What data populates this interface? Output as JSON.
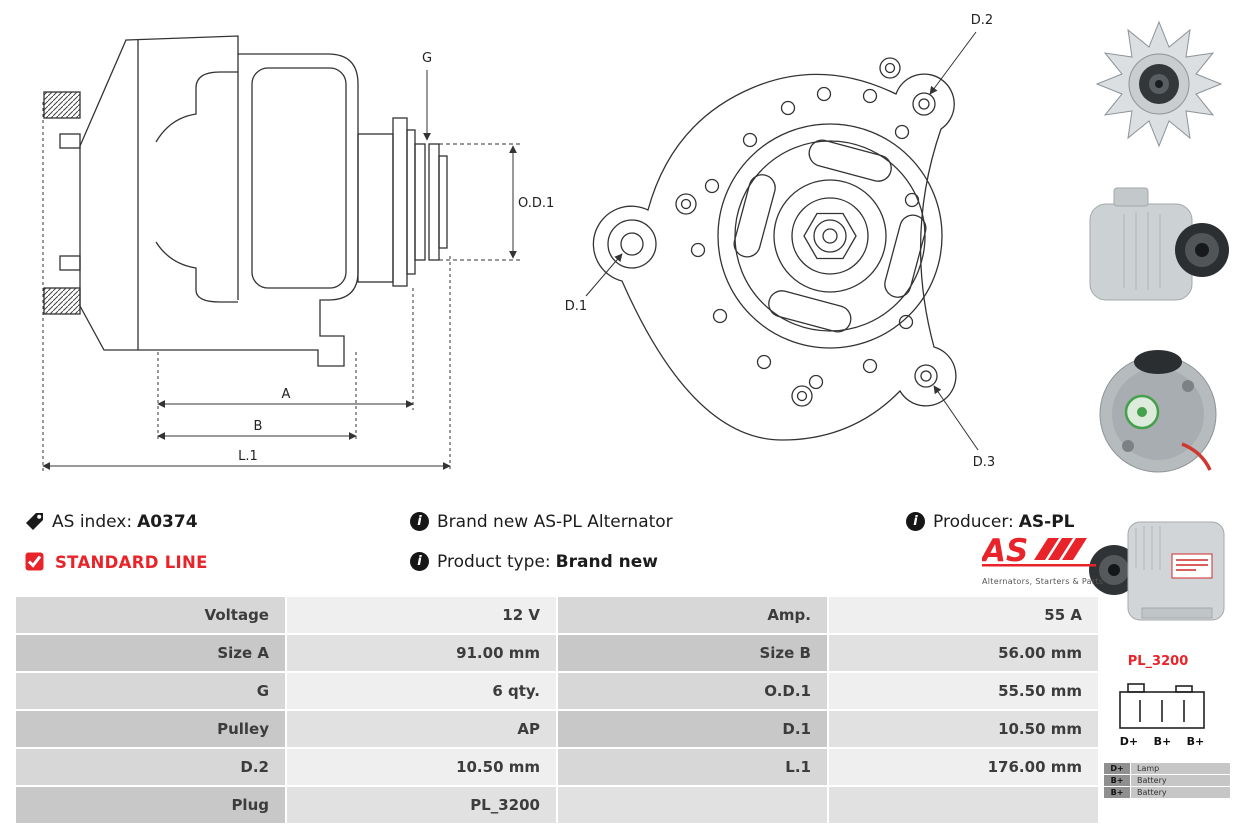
{
  "colors": {
    "accent_red": "#e8242a",
    "drawing_line": "#333333",
    "table_label_bg": "#d7d7d7",
    "table_value_bg": "#efefef"
  },
  "info": {
    "as_index_label": "AS index:",
    "as_index_value": "A0374",
    "standard_line_label": "STANDARD LINE",
    "brand_new_text": "Brand new AS-PL Alternator",
    "product_type_label": "Product type:",
    "product_type_value": "Brand new",
    "producer_label": "Producer:",
    "producer_value": "AS-PL",
    "logo_text": "AS",
    "logo_subtext": "Alternators, Starters & Parts"
  },
  "diagram": {
    "side_view": {
      "g_label": "G",
      "od1_label": "O.D.1",
      "a_label": "A",
      "b_label": "B",
      "l1_label": "L.1"
    },
    "rear_view": {
      "d1_label": "D.1",
      "d2_label": "D.2",
      "d3_label": "D.3"
    }
  },
  "plug": {
    "name": "PL_3200",
    "pins": [
      "D+",
      "B+",
      "B+"
    ],
    "legend": [
      {
        "pin": "D+",
        "desc": "Lamp"
      },
      {
        "pin": "B+",
        "desc": "Battery"
      },
      {
        "pin": "B+",
        "desc": "Battery"
      }
    ]
  },
  "spec_table": {
    "rows": [
      {
        "label1": "Voltage",
        "value1": "12 V",
        "label2": "Amp.",
        "value2": "55 A"
      },
      {
        "label1": "Size A",
        "value1": "91.00 mm",
        "label2": "Size B",
        "value2": "56.00 mm"
      },
      {
        "label1": "G",
        "value1": "6 qty.",
        "label2": "O.D.1",
        "value2": "55.50 mm"
      },
      {
        "label1": "Pulley",
        "value1": "AP",
        "label2": "D.1",
        "value2": "10.50 mm"
      },
      {
        "label1": "D.2",
        "value1": "10.50 mm",
        "label2": "L.1",
        "value2": "176.00 mm"
      },
      {
        "label1": "Plug",
        "value1": "PL_3200",
        "label2": "",
        "value2": ""
      }
    ]
  }
}
